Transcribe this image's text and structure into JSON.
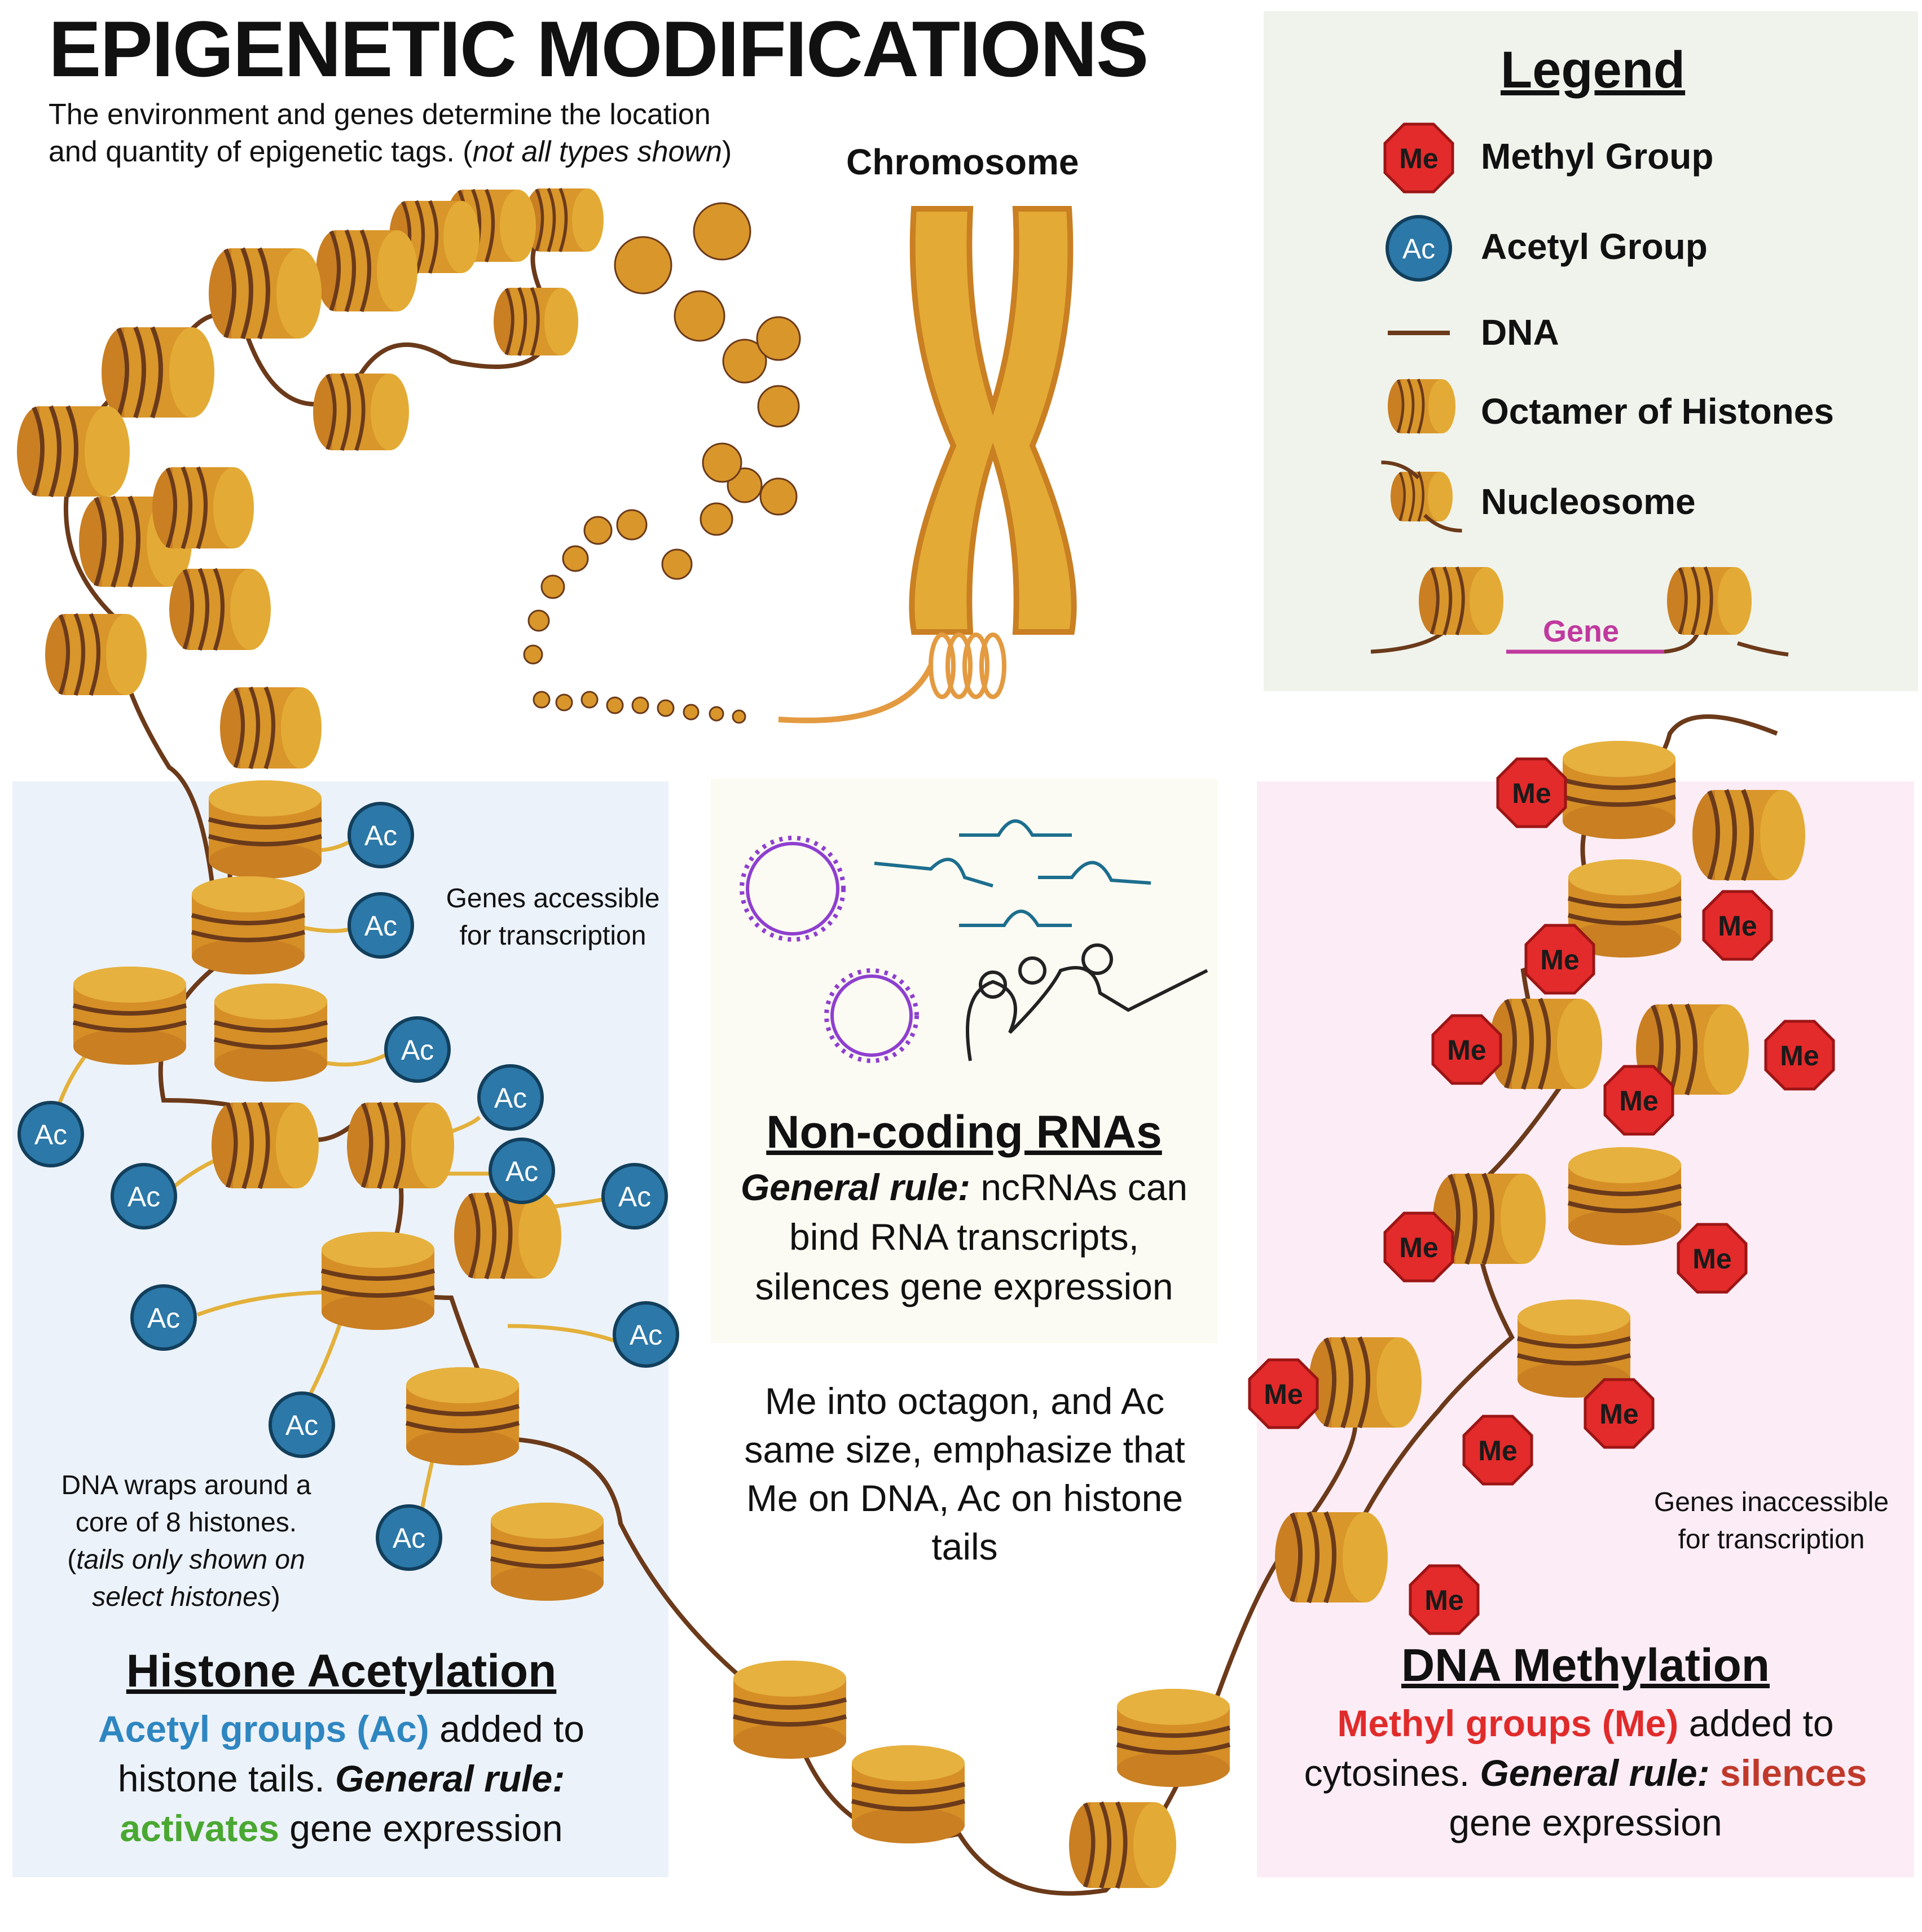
{
  "header": {
    "title": "EPIGENETIC MODIFICATIONS",
    "subtitle_line1": "The environment and genes determine the location",
    "subtitle_line2_a": "and quantity of epigenetic tags. (",
    "subtitle_line2_italic": "not all types shown",
    "subtitle_line2_b": ")"
  },
  "chromosome_label": "Chromosome",
  "legend": {
    "title": "Legend",
    "items": [
      {
        "icon": "methyl-octagon-icon",
        "icon_text": "Me",
        "label": "Methyl Group"
      },
      {
        "icon": "acetyl-circle-icon",
        "icon_text": "Ac",
        "label": "Acetyl Group"
      },
      {
        "icon": "dna-line-icon",
        "label": "DNA"
      },
      {
        "icon": "histone-octamer-icon",
        "label": "Octamer of Histones"
      },
      {
        "icon": "nucleosome-icon",
        "label": "Nucleosome"
      }
    ],
    "gene_label": "Gene"
  },
  "acetylation": {
    "note_accessible_1": "Genes accessible",
    "note_accessible_2": "for transcription",
    "note_wrap_1": "DNA wraps around a",
    "note_wrap_2": "core of 8 histones.",
    "note_wrap_3a": "(",
    "note_wrap_3_italic": "tails only shown on",
    "note_wrap_4_italic": "select histones",
    "note_wrap_4b": ")",
    "title": "Histone Acetylation",
    "body_highlight": "Acetyl groups (Ac)",
    "body_1": " added to",
    "body_2": "histone tails. ",
    "body_rule": "General rule:",
    "body_activates": "activates",
    "body_3": " gene expression",
    "ac_label": "Ac"
  },
  "ncrna": {
    "title": "Non-coding RNAs",
    "rule": "General rule:",
    "body_1": " ncRNAs can",
    "body_2": "bind RNA transcripts,",
    "body_3": "silences gene expression"
  },
  "center_note": {
    "line1": "Me into octagon, and Ac",
    "line2": "same size, emphasize that",
    "line3": "Me on DNA, Ac on histone",
    "line4": "tails"
  },
  "methylation": {
    "note_inaccessible_1": "Genes inaccessible",
    "note_inaccessible_2": "for transcription",
    "title": "DNA Methylation",
    "body_highlight": "Methyl groups (Me)",
    "body_1": " added to",
    "body_2": "cytosines. ",
    "body_rule": "General rule:",
    "body_silences": " silences",
    "body_3": "gene expression",
    "me_label": "Me"
  },
  "colors": {
    "acetyl_panel_bg": "#ecf2fa",
    "ncrna_panel_bg": "#fcfbf3",
    "methyl_panel_bg": "#fcecf5",
    "legend_panel_bg": "#f0f3ec",
    "histone_light": "#e0a82e",
    "histone_dark": "#c97f22",
    "dna": "#6b3a1a",
    "acetyl": "#2c78a8",
    "methyl": "#e32b2b",
    "gene": "#c0399e",
    "rna_purple": "#8e3fcf",
    "rna_teal": "#1d6e8e"
  }
}
